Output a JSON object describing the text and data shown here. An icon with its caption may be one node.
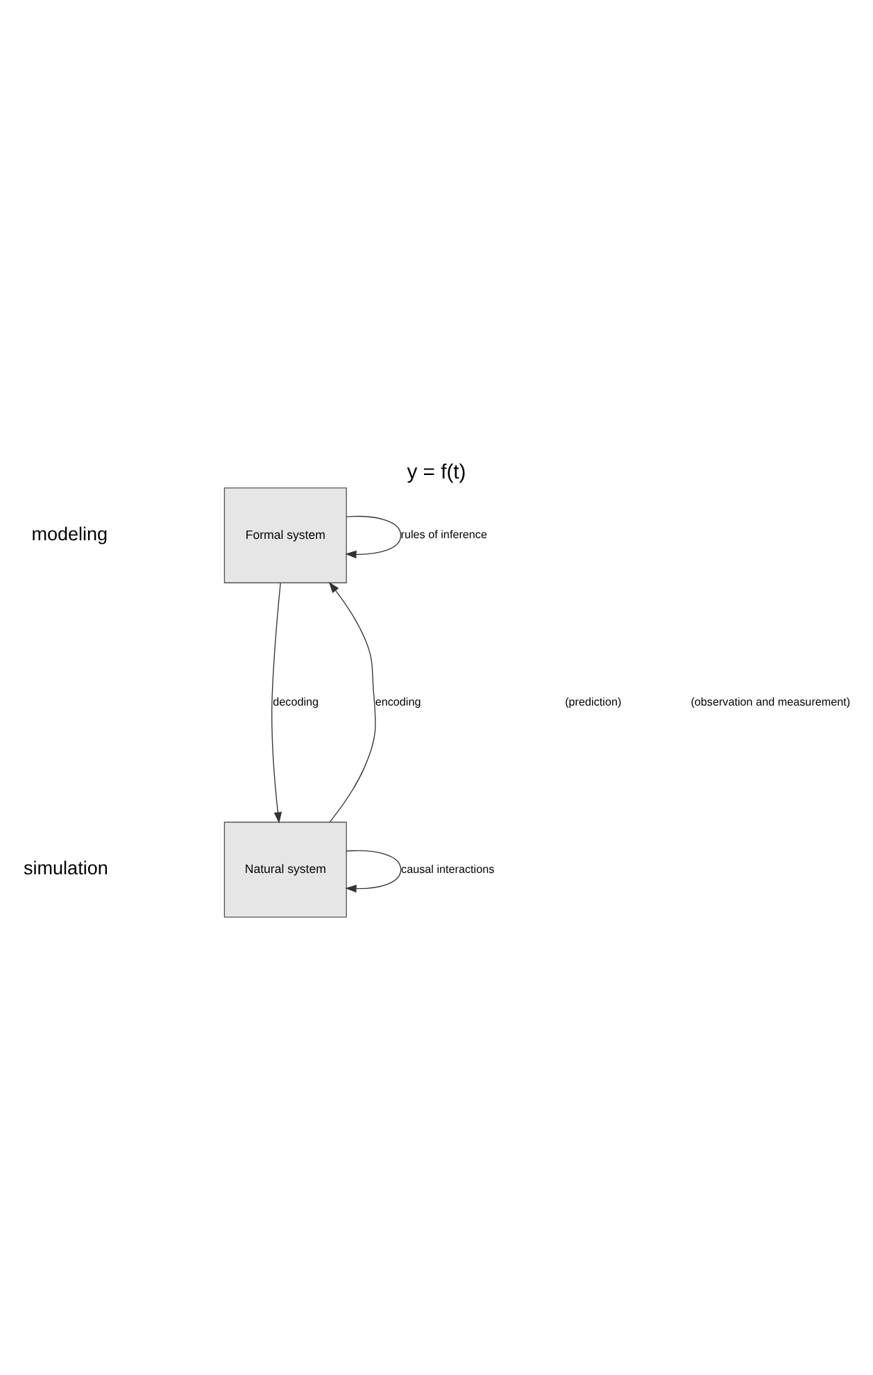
{
  "diagram": {
    "title": "y = f(t)",
    "nodes": [
      {
        "text": [
          "Formal system"
        ]
      },
      {
        "text": [
          "Natural system"
        ]
      }
    ],
    "edges": [
      {
        "from": 0,
        "to": 0,
        "arrow": "to",
        "label": "rules of inference"
      },
      {
        "from": 0,
        "to": 1,
        "arrow": "to",
        "label": "decoding"
      },
      {
        "from": 1,
        "to": 0,
        "arrow": "to",
        "label": "encoding"
      },
      {
        "from": 1,
        "to": 1,
        "arrow": "to",
        "label": "causal interactions"
      }
    ],
    "labels": [
      "modeling",
      "(prediction)",
      "(observation and measurement)",
      "simulation"
    ]
  }
}
